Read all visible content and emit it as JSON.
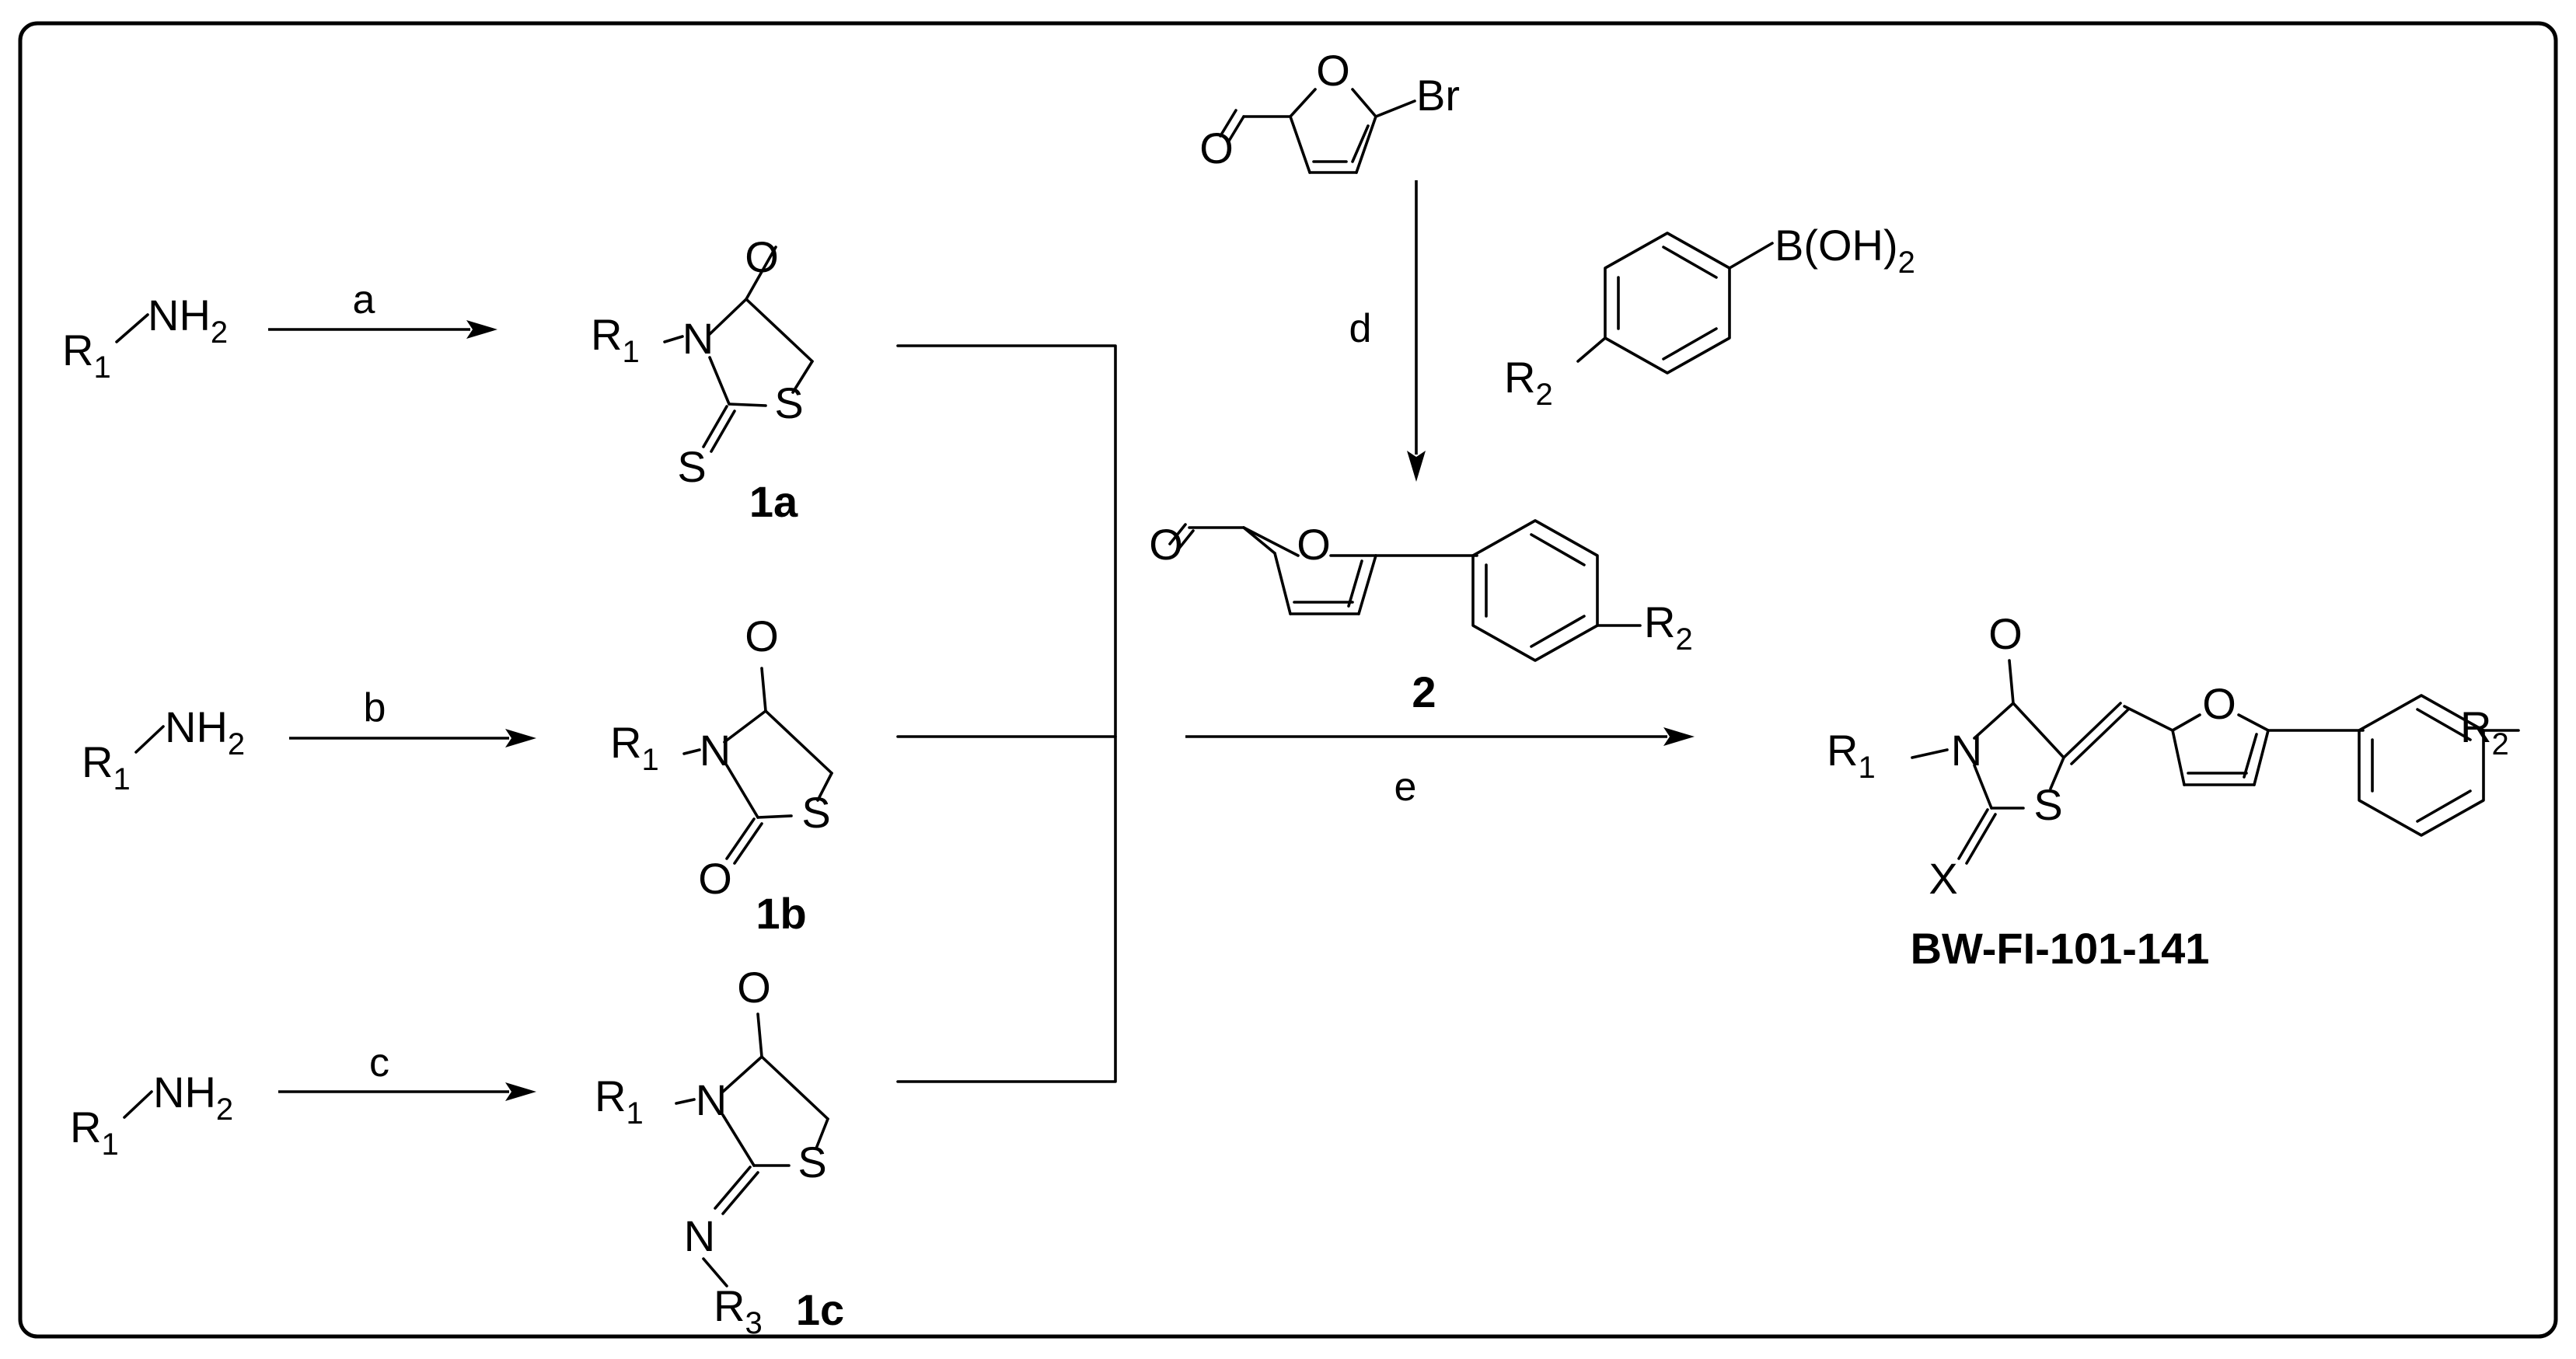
{
  "scheme": {
    "amine": {
      "r": "R",
      "r_sub": "1",
      "nh": "NH",
      "nh_sub": "2"
    },
    "reagents": {
      "a": "a",
      "b": "b",
      "c": "c",
      "d": "d",
      "e": "e"
    },
    "compounds": {
      "c1a": "1a",
      "c1b": "1b",
      "c1c": "1c",
      "c2": "2",
      "product": "BW-FI-101-141"
    },
    "atoms": {
      "O": "O",
      "N": "N",
      "S": "S",
      "X": "X",
      "Br": "Br",
      "boronic": "B(OH)",
      "boronic_sub": "2",
      "R1": "R",
      "R1_sub": "1",
      "R2": "R",
      "R2_sub": "2",
      "R3": "R",
      "R3_sub": "3"
    }
  }
}
